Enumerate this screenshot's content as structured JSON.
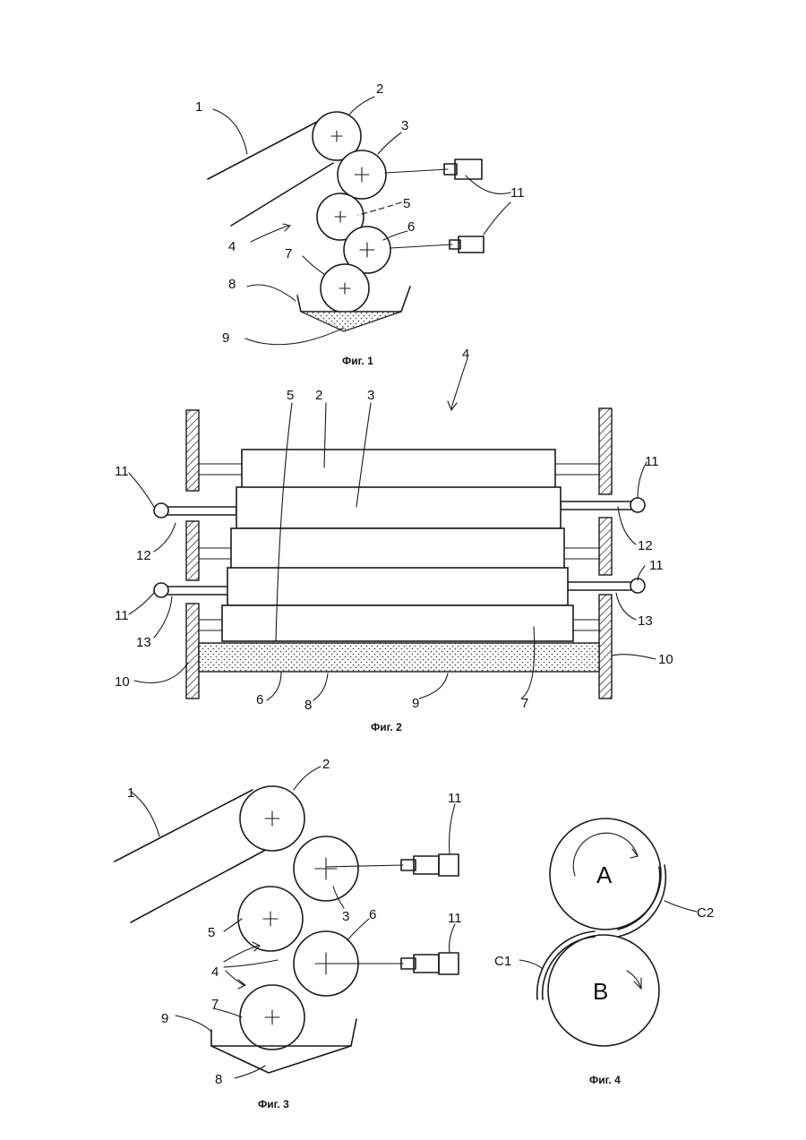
{
  "figures": [
    {
      "caption": "Фиг. 1",
      "labels": [
        "1",
        "2",
        "3",
        "4",
        "5",
        "6",
        "7",
        "8",
        "9",
        "11"
      ]
    },
    {
      "caption": "Фиг. 2",
      "labels": [
        "2",
        "3",
        "4",
        "5",
        "6",
        "7",
        "8",
        "9",
        "10",
        "11",
        "12",
        "13"
      ]
    },
    {
      "caption": "Фиг. 3",
      "labels": [
        "1",
        "2",
        "3",
        "4",
        "5",
        "6",
        "7",
        "8",
        "9",
        "11"
      ]
    },
    {
      "caption": "Фиг. 4",
      "labels": [
        "A",
        "B",
        "C1",
        "C2"
      ]
    }
  ]
}
